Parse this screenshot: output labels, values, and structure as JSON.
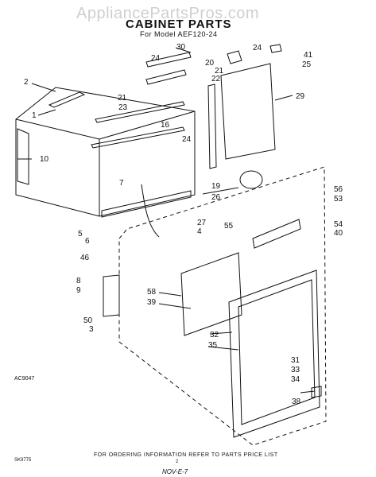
{
  "watermark": "AppliancePartsPros.com",
  "title": "CABINET PARTS",
  "subtitle": "For Model AEF120-24",
  "drawing_code": "AC9047",
  "footer": "FOR ORDERING INFORMATION REFER TO PARTS PRICE LIST",
  "doc_number": "SK9775",
  "page_number": "2",
  "handwritten_note": "NOV-E-7",
  "callouts": [
    "30",
    "24",
    "20",
    "24",
    "41",
    "25",
    "2",
    "21",
    "22",
    "21",
    "23",
    "29",
    "1",
    "16",
    "10",
    "24",
    "7",
    "19",
    "26",
    "56",
    "53",
    "27",
    "4",
    "55",
    "54",
    "5",
    "6",
    "40",
    "46",
    "58",
    "8",
    "39",
    "9",
    "50",
    "3",
    "32",
    "35",
    "31",
    "33",
    "34",
    "38"
  ]
}
